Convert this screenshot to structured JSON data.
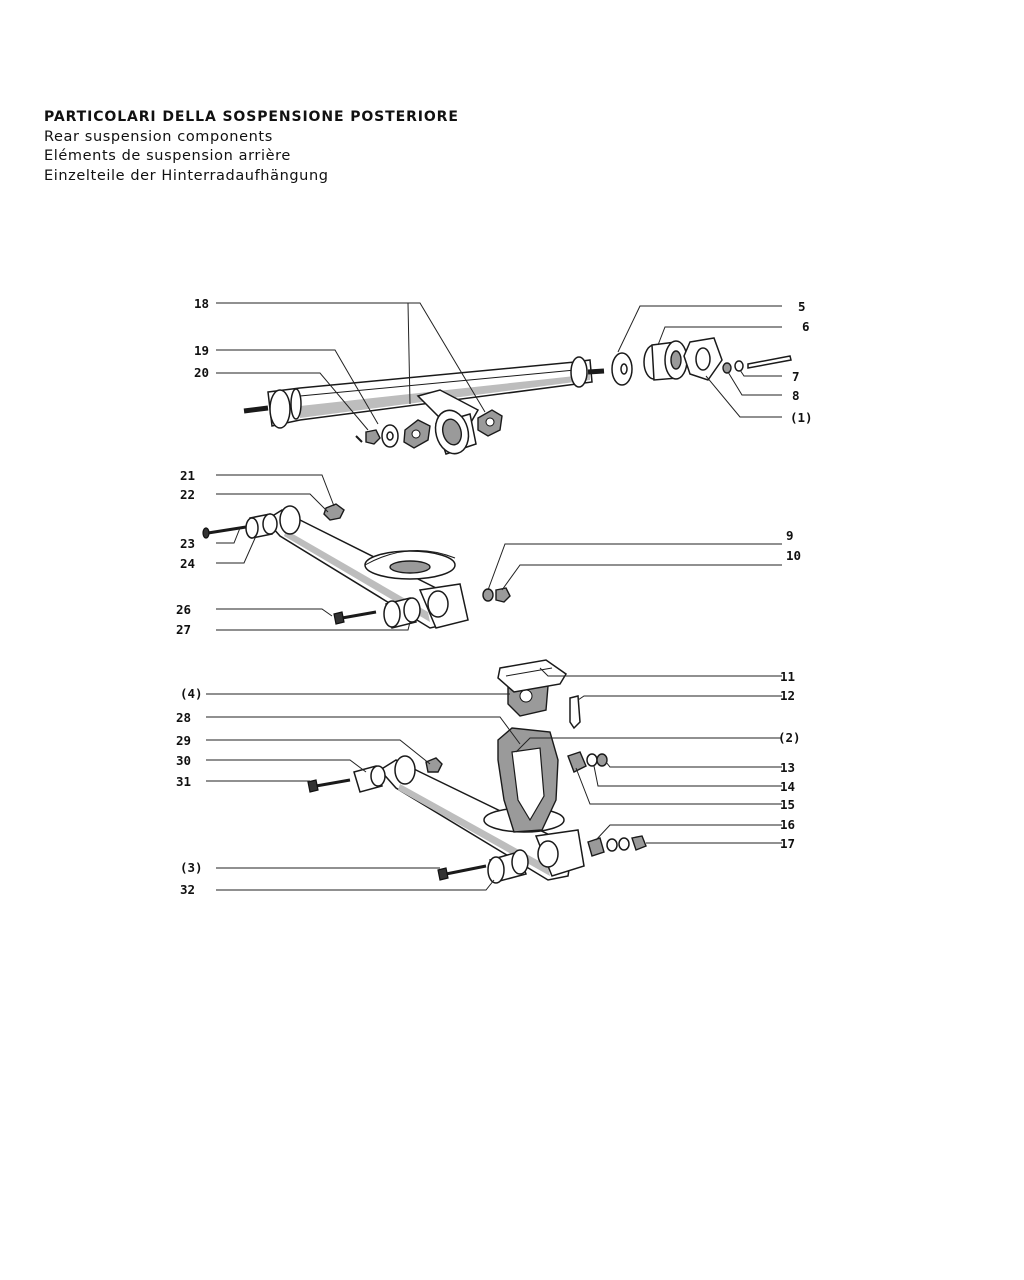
{
  "titles": {
    "it": "PARTICOLARI DELLA SOSPENSIONE POSTERIORE",
    "en": "Rear suspension components",
    "fr": "Eléments de suspension arrière",
    "de": "Einzelteile der Hinterradaufhängung"
  },
  "labels": {
    "l18": "18",
    "l19": "19",
    "l20": "20",
    "l5": "5",
    "l6": "6",
    "l7": "7",
    "l8": "8",
    "lp1": "(1)",
    "l21": "21",
    "l22": "22",
    "l23": "23",
    "l24": "24",
    "l26": "26",
    "l27": "27",
    "l9": "9",
    "l10": "10",
    "l11": "11",
    "l12": "12",
    "lp4": "(4)",
    "l28": "28",
    "lp2": "(2)",
    "l29": "29",
    "l30": "30",
    "l31": "31",
    "l13": "13",
    "l14": "14",
    "l15": "15",
    "l16": "16",
    "l17": "17",
    "lp3": "(3)",
    "l32": "32"
  }
}
